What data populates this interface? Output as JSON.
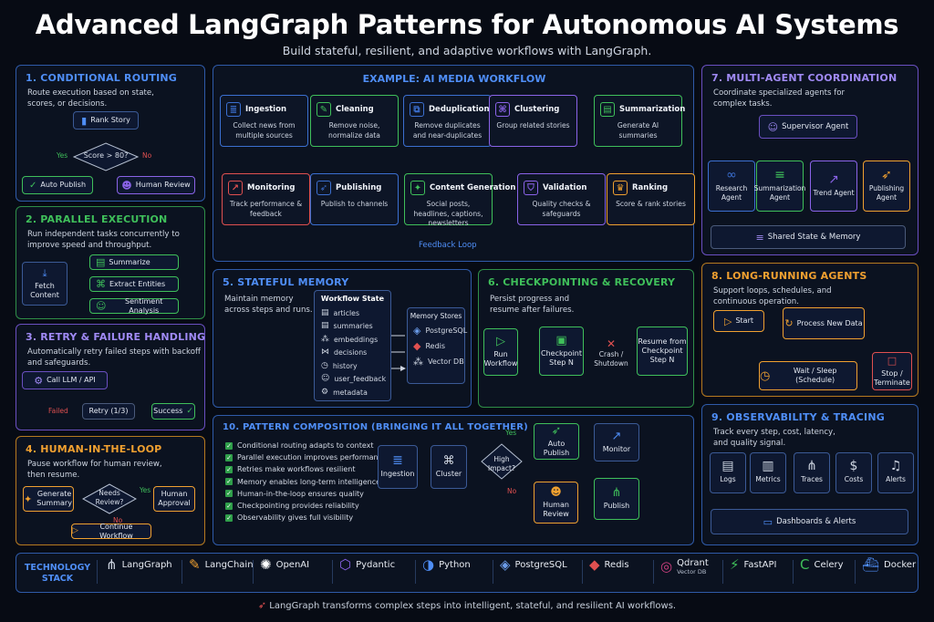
{
  "header": {
    "title": "Advanced LangGraph Patterns for Autonomous AI Systems",
    "subtitle": "Build stateful, resilient, and adaptive workflows with LangGraph."
  },
  "p1": {
    "title": "1. CONDITIONAL ROUTING",
    "desc": "Route execution based on state, scores, or decisions.",
    "rank": "Rank Story",
    "cond": "Score > 80?",
    "yes": "Yes",
    "no": "No",
    "auto": "Auto Publish",
    "human": "Human Review"
  },
  "p2": {
    "title": "2. PARALLEL EXECUTION",
    "desc": "Run independent tasks concurrently to improve speed and throughput.",
    "fetch": "Fetch Content",
    "summ": "Summarize",
    "extract": "Extract Entities",
    "senti": "Sentiment Analysis"
  },
  "p3": {
    "title": "3. RETRY & FAILURE HANDLING",
    "desc": "Automatically retry failed steps with backoff and safeguards.",
    "call": "Call LLM / API",
    "failed": "Failed",
    "retry": "Retry (1/3)",
    "success": "Success"
  },
  "p4": {
    "title": "4. HUMAN-IN-THE-LOOP",
    "desc": "Pause workflow for human review, then resume.",
    "gen": "Generate Summary",
    "needs": "Needs Review?",
    "yes": "Yes",
    "no": "No",
    "approval": "Human Approval",
    "cont": "Continue Workflow"
  },
  "example": {
    "title": "EXAMPLE: AI MEDIA WORKFLOW",
    "feedback": "Feedback Loop",
    "top": [
      {
        "title": "Ingestion",
        "desc": "Collect news from multiple sources"
      },
      {
        "title": "Cleaning",
        "desc": "Remove noise, normalize data"
      },
      {
        "title": "Deduplication",
        "desc": "Remove duplicates and near-duplicates"
      },
      {
        "title": "Clustering",
        "desc": "Group related stories"
      },
      {
        "title": "Summarization",
        "desc": "Generate AI summaries"
      }
    ],
    "bottom": [
      {
        "title": "Monitoring",
        "desc": "Track performance & feedback"
      },
      {
        "title": "Publishing",
        "desc": "Publish to channels"
      },
      {
        "title": "Content Generation",
        "desc": "Social posts, headlines, captions, newsletters"
      },
      {
        "title": "Validation",
        "desc": "Quality checks & safeguards"
      },
      {
        "title": "Ranking",
        "desc": "Score & rank stories"
      }
    ]
  },
  "p5": {
    "title": "5. STATEFUL MEMORY",
    "desc": "Maintain memory across steps and runs.",
    "state_title": "Workflow State",
    "fields": [
      "articles",
      "summaries",
      "embeddings",
      "decisions",
      "history",
      "user_feedback",
      "metadata"
    ],
    "stores_title": "Memory Stores",
    "stores": [
      "PostgreSQL",
      "Redis",
      "Vector DB"
    ]
  },
  "p6": {
    "title": "6. CHECKPOINTING & RECOVERY",
    "desc": "Persist progress and resume after failures.",
    "run": "Run Workflow",
    "ckpt": "Checkpoint Step N",
    "crash": "Crash / Shutdown",
    "resume": "Resume from Checkpoint Step N"
  },
  "p7": {
    "title": "7. MULTI-AGENT COORDINATION",
    "desc": "Coordinate specialized agents for complex tasks.",
    "supervisor": "Supervisor Agent",
    "agents": [
      "Research Agent",
      "Summarization Agent",
      "Trend Agent",
      "Publishing Agent"
    ],
    "shared": "Shared State & Memory"
  },
  "p8": {
    "title": "8. LONG-RUNNING AGENTS",
    "desc": "Support loops, schedules, and continuous operation.",
    "start": "Start",
    "process": "Process New Data",
    "wait": "Wait / Sleep (Schedule)",
    "stop": "Stop / Terminate"
  },
  "p9": {
    "title": "9. OBSERVABILITY & TRACING",
    "desc": "Track every step, cost, latency, and quality signal.",
    "items": [
      "Logs",
      "Metrics",
      "Traces",
      "Costs",
      "Alerts"
    ],
    "dash": "Dashboards & Alerts"
  },
  "p10": {
    "title": "10. PATTERN COMPOSITION (BRINGING IT ALL TOGETHER)",
    "checks": [
      "Conditional routing adapts to context",
      "Parallel execution improves performance",
      "Retries make workflows resilient",
      "Memory enables long-term intelligence",
      "Human-in-the-loop ensures quality",
      "Checkpointing provides reliability",
      "Observability gives full visibility"
    ],
    "ingestion": "Ingestion",
    "cluster": "Cluster",
    "impact": "High Impact?",
    "yes": "Yes",
    "no": "No",
    "auto": "Auto Publish",
    "monitor": "Monitor",
    "human": "Human Review",
    "publish": "Publish"
  },
  "tech": {
    "label": "TECHNOLOGY STACK",
    "items": [
      "LangGraph",
      "LangChain",
      "OpenAI",
      "Pydantic",
      "Python",
      "PostgreSQL",
      "Redis",
      "Qdrant",
      "FastAPI",
      "Celery",
      "Docker"
    ],
    "qdrant_sub": "Vector DB"
  },
  "footer": "LangGraph transforms complex steps into intelligent, stateful, and resilient AI workflows.",
  "colors": {
    "blue": "#4f8ef7",
    "green": "#3fbf5a",
    "purple": "#8a63e8",
    "orange": "#f0a030",
    "red": "#e05050"
  }
}
